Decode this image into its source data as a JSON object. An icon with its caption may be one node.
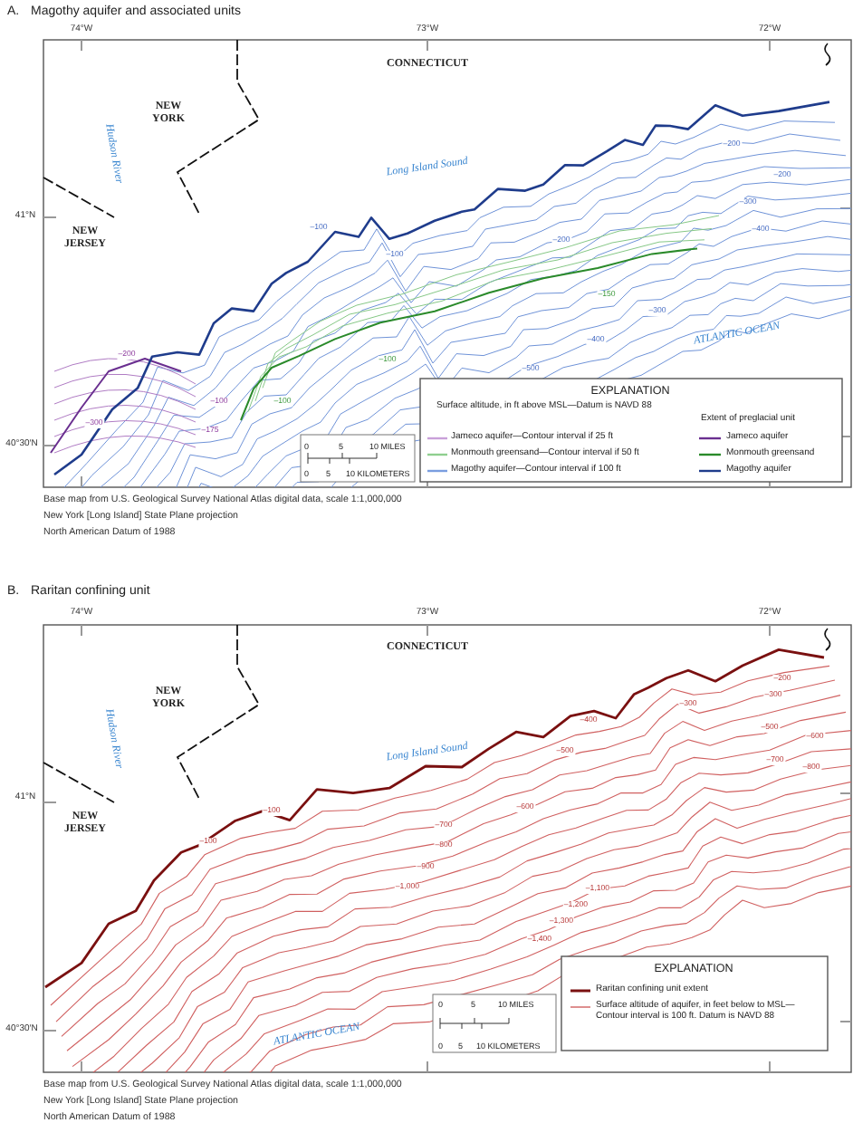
{
  "diagram": {
    "labels": [
      "A.",
      "Magothy aquifer and associated units",
      "74°W",
      "73°W",
      "72°W",
      "CONNECTICUT",
      "NEW YORK",
      "Hudson River",
      "Long Island Sound",
      "41°N",
      "NEW JERSEY",
      "–100",
      "–100",
      "–200",
      "–200",
      "–200",
      "–300",
      "–400",
      "–200",
      "–300",
      "–175",
      "–100",
      "–100",
      "–150",
      "–100",
      "–300",
      "–400",
      "–500",
      "ATLANTIC OCEAN",
      "40°30′N",
      "EXPLANATION",
      "Surface altitude, in ft above MSL—Datum is NAVD 88",
      "Extent of preglacial unit",
      "0",
      "5",
      "10 MILES",
      "0",
      "5",
      "10 KILOMETERS",
      "Base map from U.S. Geological Survey National Atlas digital data, scale 1:1,000,000",
      "New York [Long Island] State Plane projection",
      "North American Datum of 1988",
      "B.",
      "Raritan confining unit",
      "74°W",
      "73°W",
      "72°W",
      "CONNECTICUT",
      "NEW YORK",
      "Hudson River",
      "Long Island Sound",
      "41°N",
      "NEW JERSEY",
      "–200",
      "–300",
      "–300",
      "–400",
      "–500",
      "–500",
      "–600",
      "–700",
      "–800",
      "–100",
      "–100",
      "–600",
      "–700",
      "–800",
      "–900",
      "–1,000",
      "–1,100",
      "–1,200",
      "–1,300",
      "–1,400",
      "40°30′N",
      "ATLANTIC OCEAN",
      "0",
      "5",
      "10 MILES",
      "0",
      "5",
      "10 KILOMETERS",
      "EXPLANATION",
      "Base map from U.S. Geological Survey National Atlas digital data, scale 1:1,000,000",
      "New York [Long Island] State Plane projection",
      "North American Datum of 1988"
    ],
    "legend": [
      {
        "text": "Jameco aquifer—Contour interval if 25 ft"
      },
      {
        "text": "Monmouth greensand—Contour interval if 50 ft"
      },
      {
        "text": "Magothy aquifer—Contour interval if 100 ft"
      },
      {
        "text": "Jameco aquifer"
      },
      {
        "text": "Monmouth greensand"
      },
      {
        "text": "Magothy aquifer"
      },
      {
        "text": "Raritan confining unit extent"
      },
      {
        "text": "Surface altitude of aquifer, in feet below to MSL—Contour interval is 100 ft. Datum is NAVD 88"
      }
    ]
  }
}
